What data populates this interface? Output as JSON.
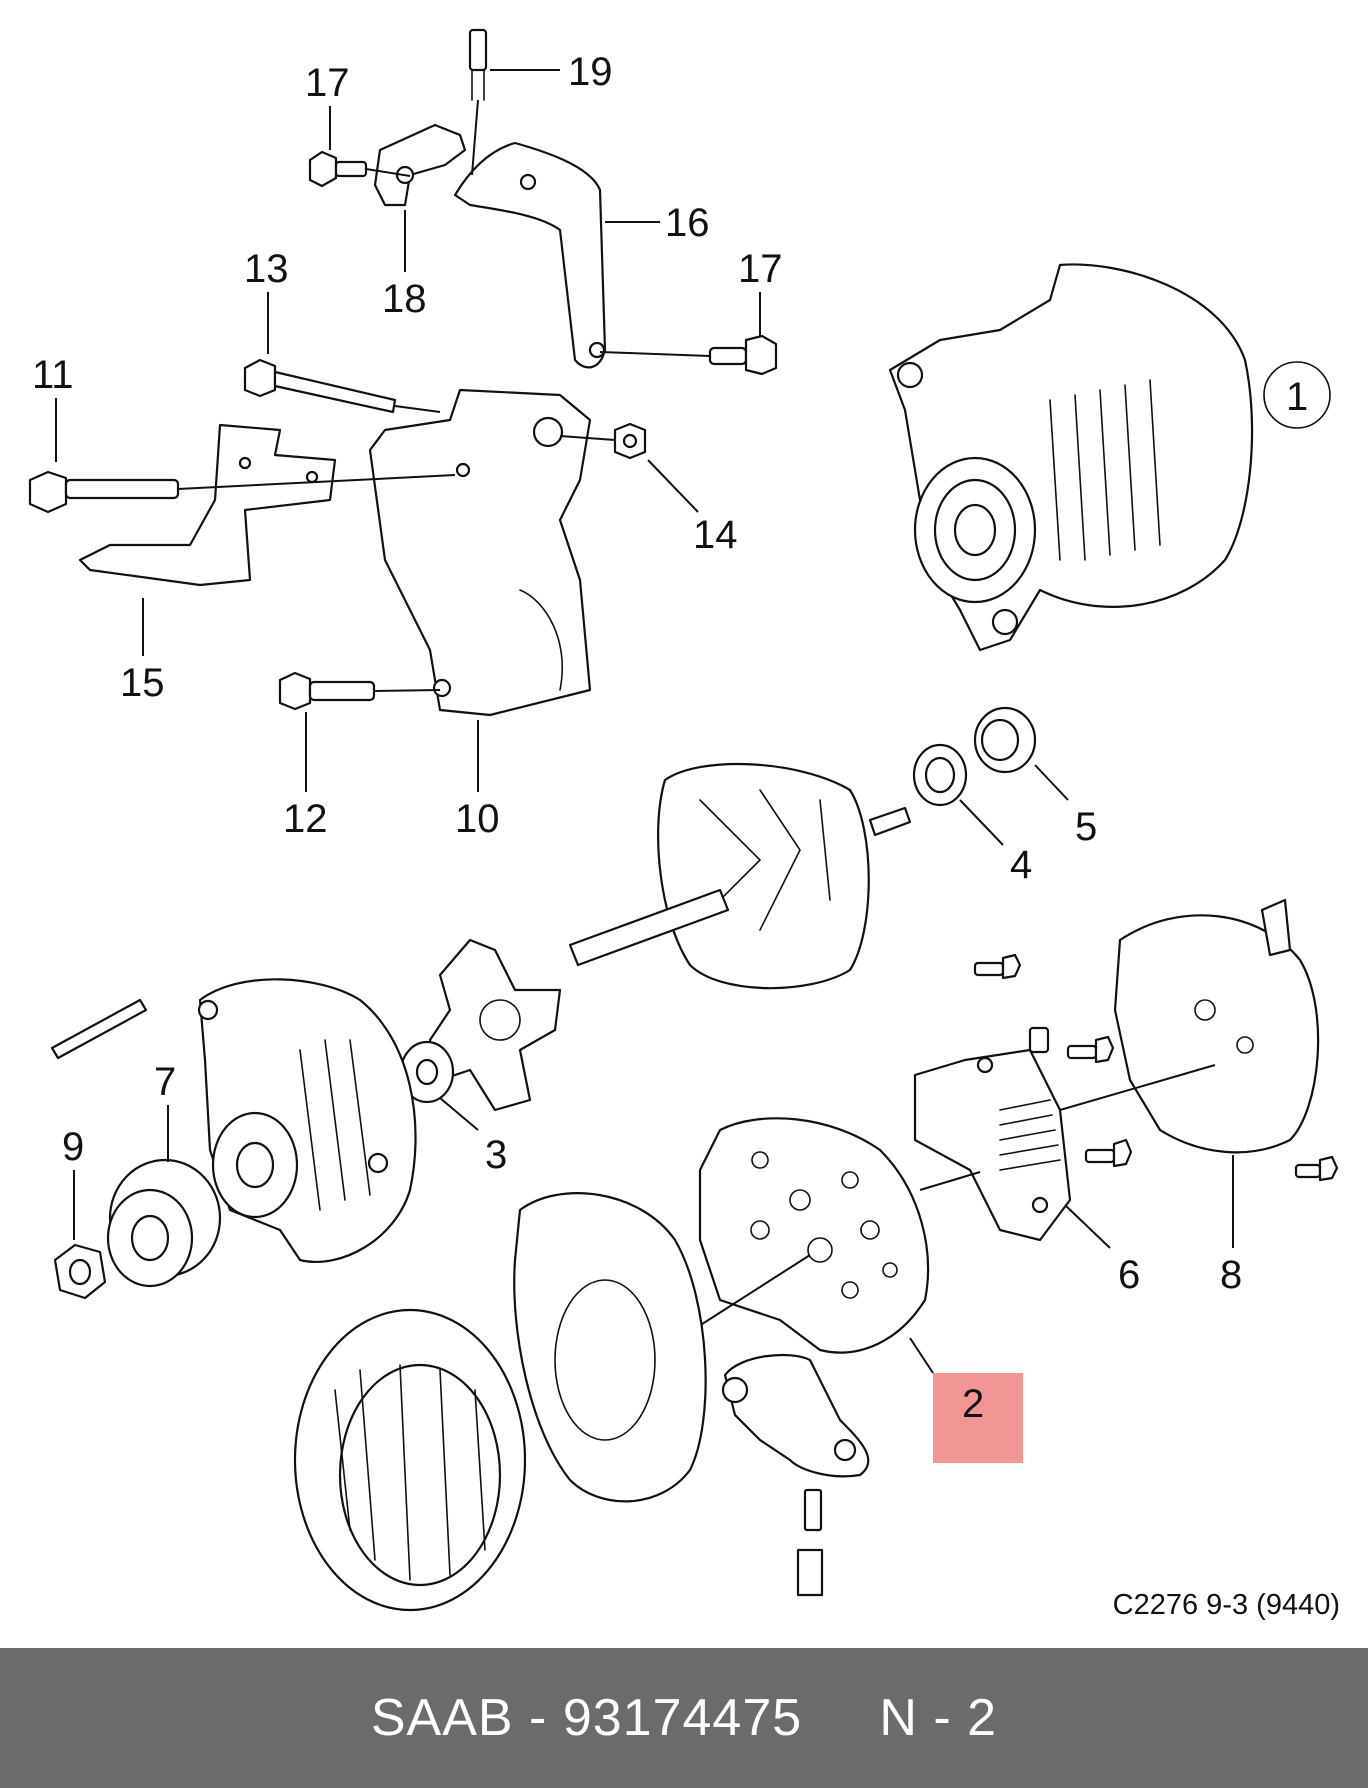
{
  "diagram": {
    "reference_code": "C2276 9-3 (9440)",
    "highlight_color": "#f08a8a",
    "callouts": {
      "c1": "1",
      "c2": "2",
      "c3": "3",
      "c4": "4",
      "c5": "5",
      "c6": "6",
      "c7": "7",
      "c8": "8",
      "c9": "9",
      "c10": "10",
      "c11": "11",
      "c12": "12",
      "c13": "13",
      "c14": "14",
      "c15": "15",
      "c16": "16",
      "c17a": "17",
      "c17b": "17",
      "c18": "18",
      "c19": "19"
    },
    "highlighted_part": "2"
  },
  "footer": {
    "brand": "SAAB",
    "part_number": "93174475",
    "label": "SAAB - 93174475     N - 2",
    "background": "#6b6b6b"
  }
}
